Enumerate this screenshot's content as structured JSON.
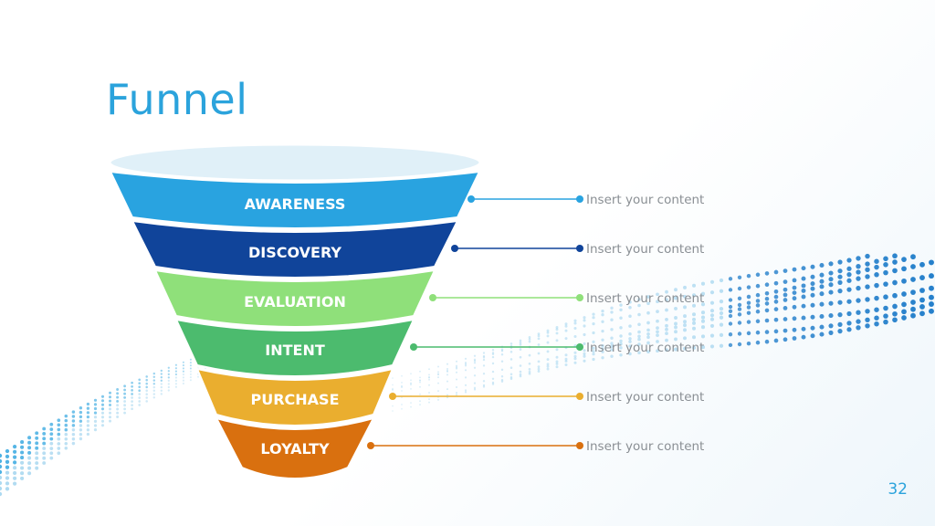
{
  "slide": {
    "title": "Funnel",
    "page_number": "32"
  },
  "funnel": {
    "stages": [
      {
        "label": "AWARENESS",
        "content": "Insert your content",
        "color": "#29a3e0"
      },
      {
        "label": "DISCOVERY",
        "content": "Insert your content",
        "color": "#10449a"
      },
      {
        "label": "EVALUATION",
        "content": "Insert your content",
        "color": "#8fe07a"
      },
      {
        "label": "INTENT",
        "content": "Insert your content",
        "color": "#4cbb6e"
      },
      {
        "label": "PURCHASE",
        "content": "Insert your content",
        "color": "#eaae2f"
      },
      {
        "label": "LOYALTY",
        "content": "Insert your content",
        "color": "#d9700f"
      }
    ],
    "rim_color": "#e0f0f8"
  },
  "decoration": {
    "wave_color_light": "#9fd3ee",
    "wave_color_dark": "#1878c8"
  }
}
